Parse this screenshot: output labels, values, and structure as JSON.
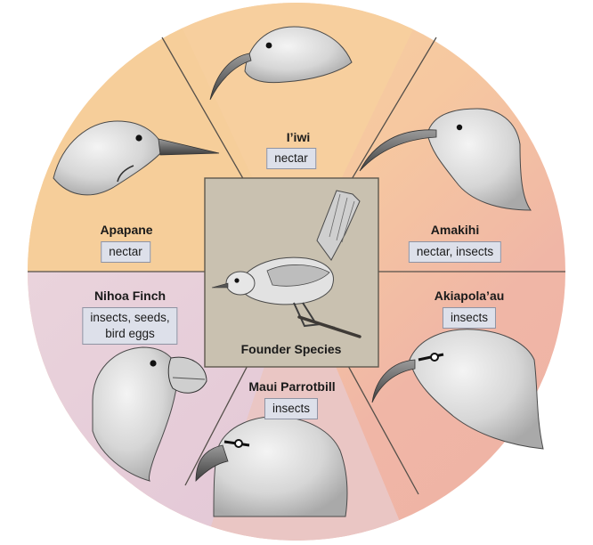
{
  "center": {
    "label": "Founder Species"
  },
  "species": [
    {
      "id": "iiwi",
      "name": "I’iwi",
      "diet": [
        "nectar"
      ]
    },
    {
      "id": "amakihi",
      "name": "Amakihi",
      "diet": [
        "nectar, insects"
      ]
    },
    {
      "id": "akiapolaau",
      "name": "Akiapola’au",
      "diet": [
        "insects"
      ]
    },
    {
      "id": "maui-parrotbill",
      "name": "Maui Parrotbill",
      "diet": [
        "insects"
      ]
    },
    {
      "id": "nihoa-finch",
      "name": "Nihoa Finch",
      "diet": [
        "insects, seeds,",
        "bird eggs"
      ]
    },
    {
      "id": "apapane",
      "name": "Apapane",
      "diet": [
        "nectar"
      ]
    }
  ],
  "colors": {
    "sector_orange": "#f6ce9a",
    "sector_salmon": "#f2b9a2",
    "sector_pink": "#e8cdd8",
    "center_box": "#c9c1b0",
    "diet_box": "#dde0ea",
    "divider": "#55504a"
  }
}
